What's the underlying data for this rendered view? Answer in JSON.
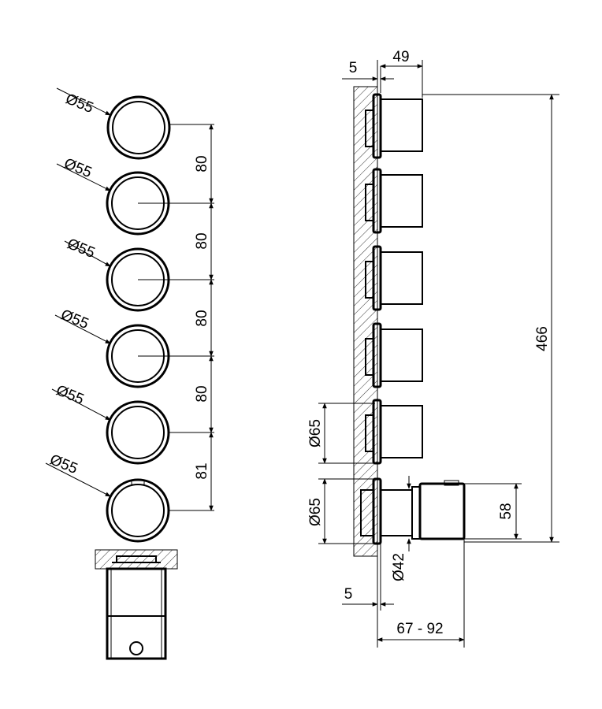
{
  "front_view": {
    "diameters": [
      "55",
      "55",
      "55",
      "55",
      "55",
      "55"
    ],
    "spacings": [
      "80",
      "80",
      "80",
      "80",
      "81"
    ]
  },
  "side_view": {
    "dim_plate": "5",
    "dim_depth": "49",
    "dim_height": "466",
    "dim_cartridge_dia": "65",
    "dim_base_dia": "65",
    "dim_body_height": "58",
    "dim_pipe_dia": "42",
    "dim_bottom_plate": "5",
    "dim_range": "67 - 92",
    "diameter_symbol": "Ø"
  }
}
